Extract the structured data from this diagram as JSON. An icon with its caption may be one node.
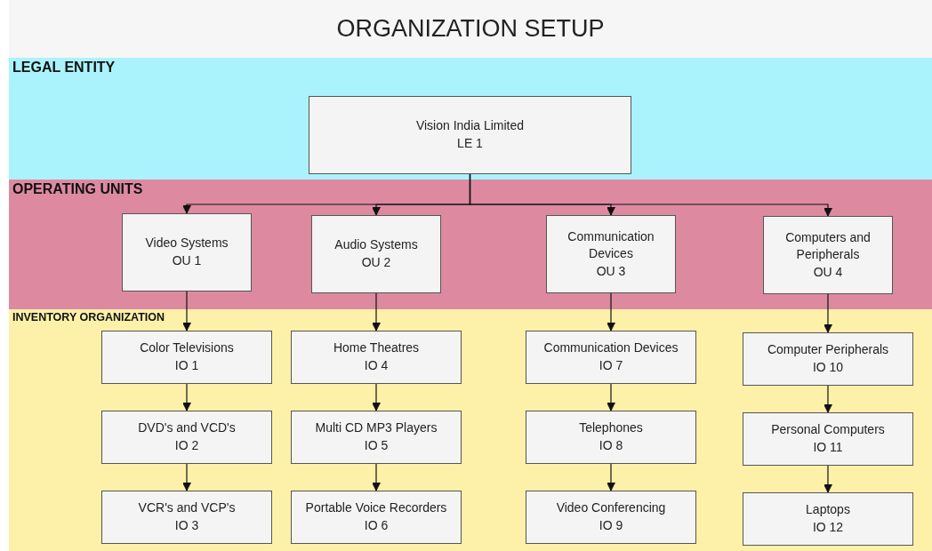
{
  "diagram": {
    "title": "ORGANIZATION SETUP",
    "nodes": [
      {
        "text": [
          "LEGAL ENTITY"
        ]
      },
      {
        "text": [
          "Vision India Limited",
          "LE 1"
        ],
        "in": 0
      },
      {
        "text": [
          "OPERATING UNITS"
        ]
      },
      {
        "text": [
          "Video Systems",
          "OU 1"
        ],
        "in": 2
      },
      {
        "text": [
          "Audio Systems",
          "OU 2"
        ],
        "in": 2
      },
      {
        "text": [
          "Communication Devices",
          "OU 3"
        ],
        "in": 2
      },
      {
        "text": [
          "Computers and Peripherals",
          "OU 4"
        ],
        "in": 2
      },
      {
        "text": [
          "INVENTORY ORGANIZATION"
        ]
      },
      {
        "text": [
          "Color Televisions",
          "IO 1"
        ],
        "in": 7
      },
      {
        "text": [
          "DVD's and VCD's",
          "IO 2"
        ],
        "in": 7
      },
      {
        "text": [
          "VCR's and VCP's",
          "IO 3"
        ],
        "in": 7
      },
      {
        "text": [
          "Home Theatres",
          "IO 4"
        ],
        "in": 7
      },
      {
        "text": [
          "Multi CD MP3 Players",
          "IO 5"
        ],
        "in": 7
      },
      {
        "text": [
          "Portable Voice Recorders",
          "IO 6"
        ],
        "in": 7
      },
      {
        "text": [
          "Communication Devices",
          "IO 7"
        ],
        "in": 7
      },
      {
        "text": [
          "Telephones",
          "IO 8"
        ],
        "in": 7
      },
      {
        "text": [
          "Video Conferencing",
          "IO 9"
        ],
        "in": 7
      },
      {
        "text": [
          "Computer Peripherals",
          "IO 10"
        ],
        "in": 7
      },
      {
        "text": [
          "Personal Computers",
          "IO 11"
        ],
        "in": 7
      },
      {
        "text": [
          "Laptops",
          "IO 12"
        ],
        "in": 7
      }
    ],
    "edges": [
      {
        "from": 1,
        "to": 3,
        "arrow": "to"
      },
      {
        "from": 1,
        "to": 4,
        "arrow": "to"
      },
      {
        "from": 1,
        "to": 5,
        "arrow": "to"
      },
      {
        "from": 1,
        "to": 6,
        "arrow": "to"
      },
      {
        "from": 3,
        "to": 8,
        "arrow": "to"
      },
      {
        "from": 8,
        "to": 9,
        "arrow": "to"
      },
      {
        "from": 9,
        "to": 10,
        "arrow": "to"
      },
      {
        "from": 4,
        "to": 11,
        "arrow": "to"
      },
      {
        "from": 11,
        "to": 12,
        "arrow": "to"
      },
      {
        "from": 12,
        "to": 13,
        "arrow": "to"
      },
      {
        "from": 5,
        "to": 14,
        "arrow": "to"
      },
      {
        "from": 14,
        "to": 15,
        "arrow": "to"
      },
      {
        "from": 15,
        "to": 16,
        "arrow": "to"
      },
      {
        "from": 6,
        "to": 17,
        "arrow": "to"
      },
      {
        "from": 17,
        "to": 18,
        "arrow": "to"
      },
      {
        "from": 18,
        "to": 19,
        "arrow": "to"
      }
    ]
  }
}
